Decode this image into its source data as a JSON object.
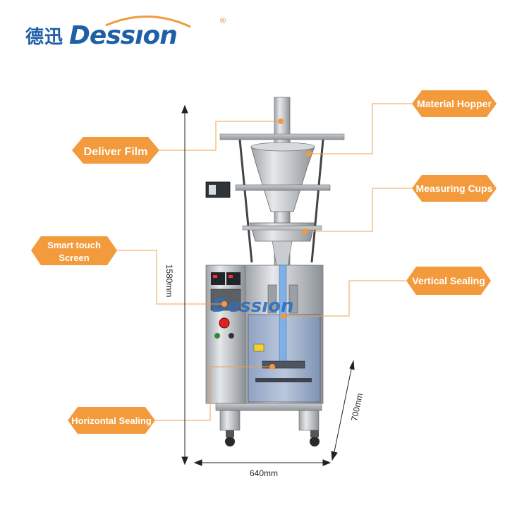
{
  "brand": {
    "cn_name": "德迅",
    "en_name": "Dessıon",
    "registered_mark": "®",
    "machine_label": "Dessıon"
  },
  "colors": {
    "accent": "#f39a3c",
    "brand_blue": "#1f5fa8",
    "leader_line": "#f0a050"
  },
  "callouts": {
    "deliver_film": "Deliver Film",
    "material_hopper": "Material Hopper",
    "measuring_cups": "Measuring Cups",
    "smart_touch_line1": "Smart touch",
    "smart_touch_line2": "Screen",
    "vertical_sealing": "Vertical Sealing",
    "horizontal_sealing": "Horizontal Sealing"
  },
  "dimensions": {
    "height": "1580mm",
    "width": "640mm",
    "depth": "700mm"
  }
}
